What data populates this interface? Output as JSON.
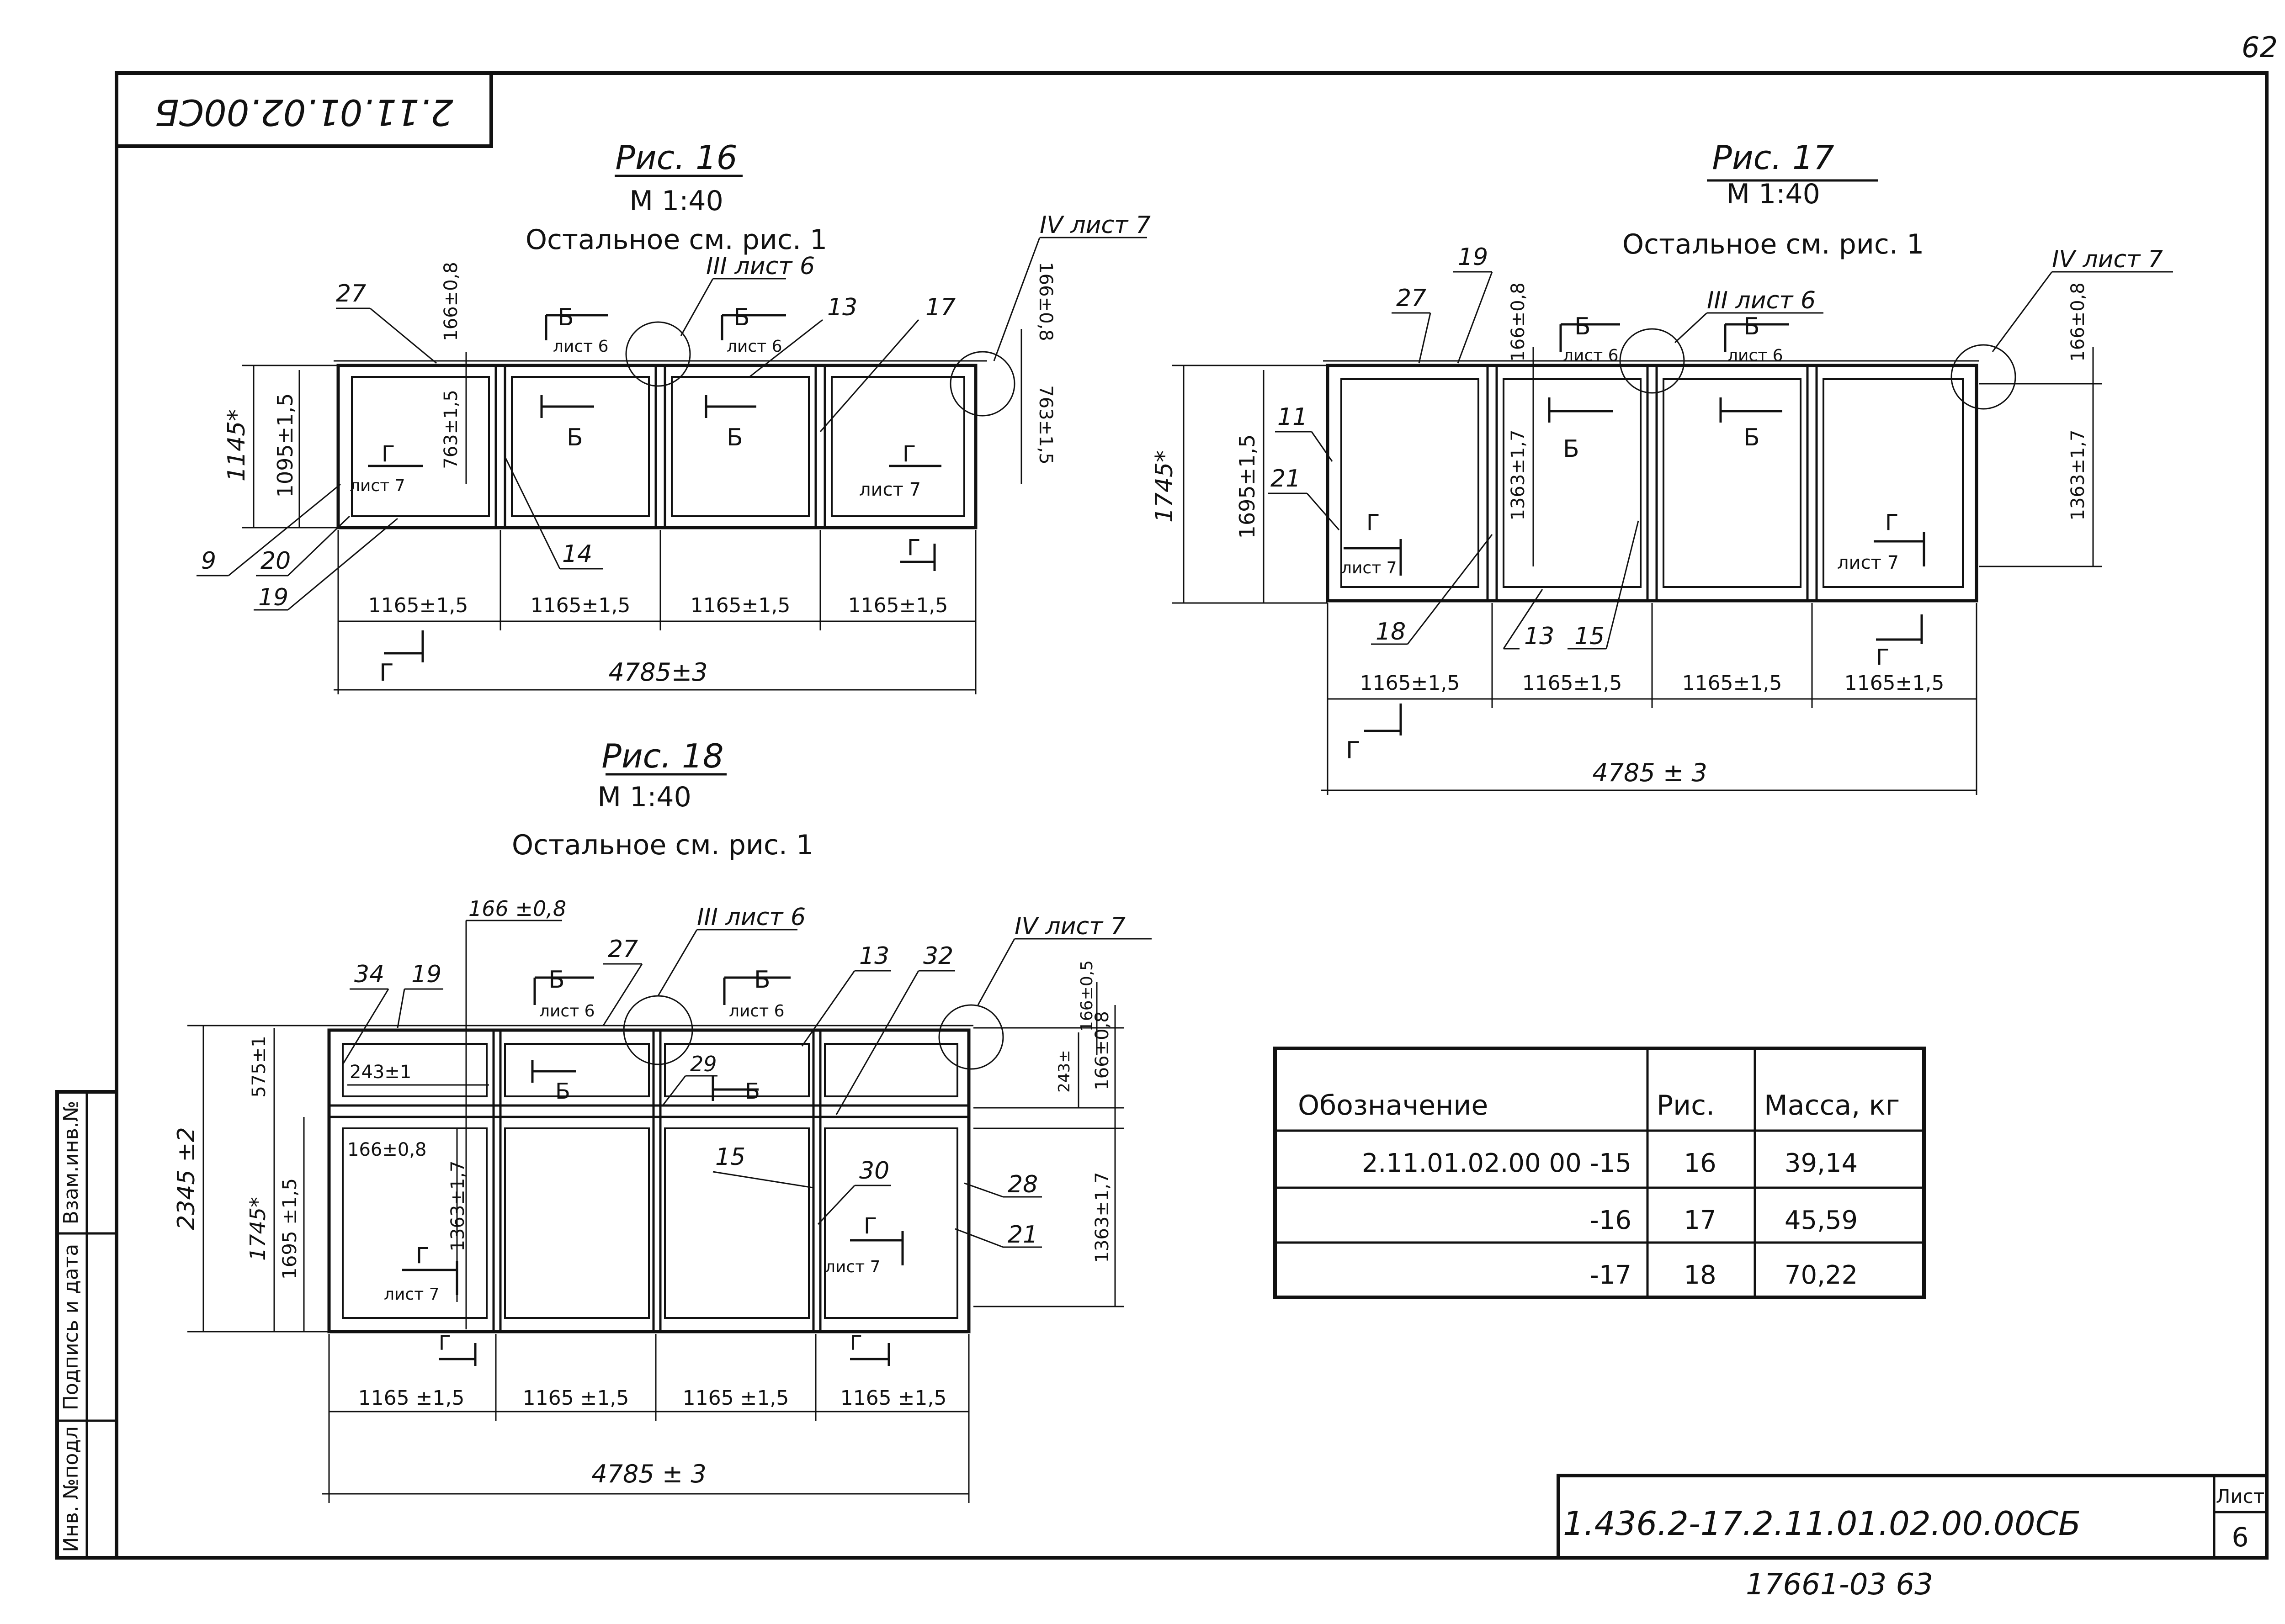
{
  "page_number": "62",
  "stamp_code": "2.11.01.02.00СБ",
  "fig16": {
    "title": "Рис. 16",
    "scale": "М 1:40",
    "note": "Остальное см. рис. 1",
    "ref_iii": "III лист 6",
    "ref_iv": "IV лист 7",
    "callouts": [
      "27",
      "13",
      "17",
      "9",
      "20",
      "19",
      "14"
    ],
    "dims": {
      "overall_w": "4785±3",
      "panel_w": "1165±1,5",
      "h_star": "1145*",
      "h_frame": "1095±1,5",
      "h_top": "166±0,8",
      "h_side": "763±1,5"
    },
    "section_b": "Б",
    "section_b_sheet": "лист 6",
    "section_g": "Г",
    "section_g_sheet": "лист 7"
  },
  "fig17": {
    "title": "Рис. 17",
    "scale": "М 1:40",
    "note": "Остальное см. рис. 1",
    "ref_iii": "III лист 6",
    "ref_iv": "IV лист 7",
    "callouts": [
      "19",
      "27",
      "11",
      "21",
      "18",
      "13",
      "15"
    ],
    "dims": {
      "overall_w": "4785 ± 3",
      "panel_w": "1165±1,5",
      "h_star": "1745*",
      "h_frame": "1695±1,5",
      "h_top": "166±0,8",
      "h_side": "1363±1,7"
    },
    "section_b": "Б",
    "section_b_sheet": "лист 6",
    "section_g": "Г",
    "section_g_sheet": "лист 7"
  },
  "fig18": {
    "title": "Рис. 18",
    "scale": "М 1:40",
    "note": "Остальное см. рис. 1",
    "ref_iii": "III лист 6",
    "ref_iv": "IV лист 7",
    "callouts": [
      "34",
      "19",
      "27",
      "13",
      "32",
      "29",
      "15",
      "30",
      "28",
      "21"
    ],
    "dims": {
      "overall_w": "4785 ± 3",
      "panel_w": "1165 ±1,5",
      "h_total": "2345 ±2",
      "h_star": "1745*",
      "h_frame": "1695 ±1,5",
      "h_top_leader": "166 ±0,8",
      "h_upper": "575±1",
      "h_upper_inner": "243±1",
      "h_inner_top": "166±0,8",
      "h_side": "1363±1,7",
      "r_top": "166±0,5",
      "r_top2": "166±0,8",
      "r_243": "243±",
      "r_side": "1363±1,7"
    },
    "section_b": "Б",
    "section_b_sheet": "лист 6",
    "section_g": "Г",
    "section_g_sheet": "лист 7"
  },
  "table": {
    "headers": [
      "Обозначение",
      "Рис.",
      "Масса, кг"
    ],
    "rows": [
      [
        "2.11.01.02.00 00 -15",
        "16",
        "39,14"
      ],
      [
        "-16",
        "17",
        "45,59"
      ],
      [
        "-17",
        "18",
        "70,22"
      ]
    ]
  },
  "side_stamp": [
    "Инв. №подл",
    "Подпись и дата",
    "Взам.инв.№"
  ],
  "title_block": {
    "designation": "1.436.2-17.2.11.01.02.00.00СБ",
    "sheet_label": "Лист",
    "sheet_number": "6",
    "bottom_code": "17661-03  63"
  }
}
